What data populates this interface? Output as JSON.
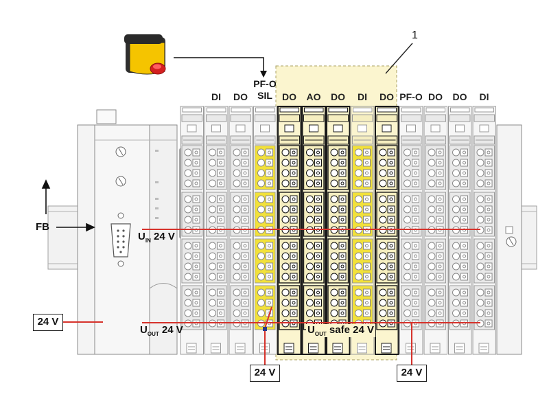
{
  "callout_number": "1",
  "pfo_sil": {
    "line1": "PF-O",
    "line2": "SIL"
  },
  "modules": [
    {
      "label": "",
      "safe": false,
      "dark": false,
      "yellow": false
    },
    {
      "label": "DI",
      "safe": false,
      "dark": false,
      "yellow": false
    },
    {
      "label": "DO",
      "safe": false,
      "dark": false,
      "yellow": false
    },
    {
      "label": "",
      "safe": false,
      "dark": false,
      "yellow": true
    },
    {
      "label": "DO",
      "safe": true,
      "dark": true,
      "yellow": true
    },
    {
      "label": "AO",
      "safe": true,
      "dark": true,
      "yellow": true
    },
    {
      "label": "DO",
      "safe": true,
      "dark": true,
      "yellow": true
    },
    {
      "label": "DI",
      "safe": true,
      "dark": false,
      "yellow": true
    },
    {
      "label": "DO",
      "safe": true,
      "dark": true,
      "yellow": true
    },
    {
      "label": "PF-O",
      "safe": false,
      "dark": false,
      "yellow": false
    },
    {
      "label": "DO",
      "safe": false,
      "dark": false,
      "yellow": false
    },
    {
      "label": "DO",
      "safe": false,
      "dark": false,
      "yellow": false
    },
    {
      "label": "DI",
      "safe": false,
      "dark": false,
      "yellow": false
    }
  ],
  "labels": {
    "fb": "FB",
    "supply_left": "24 V",
    "supply_mid": "24 V",
    "supply_right": "24 V",
    "uin": {
      "u": "U",
      "sub": "IN",
      "value": "24 V"
    },
    "uout": {
      "u": "U",
      "sub": "OUT",
      "value": "24 V"
    },
    "uout_safe": {
      "u": "U",
      "sub": "OUT",
      "value": "safe 24 V"
    }
  },
  "colors": {
    "line_red": "#d6322b",
    "safe_zone": "#fbf5cf",
    "yellow_terminal": "#f2e13a",
    "estop_yellow": "#f5c400",
    "estop_red": "#d42020",
    "module_gray": "#e9e9e9",
    "module_outline": "#9a9a9a",
    "dark_outline": "#1a1a1a"
  },
  "icons": [
    "emergency-stop-icon",
    "sub-d-connector-icon",
    "screw-icon"
  ]
}
